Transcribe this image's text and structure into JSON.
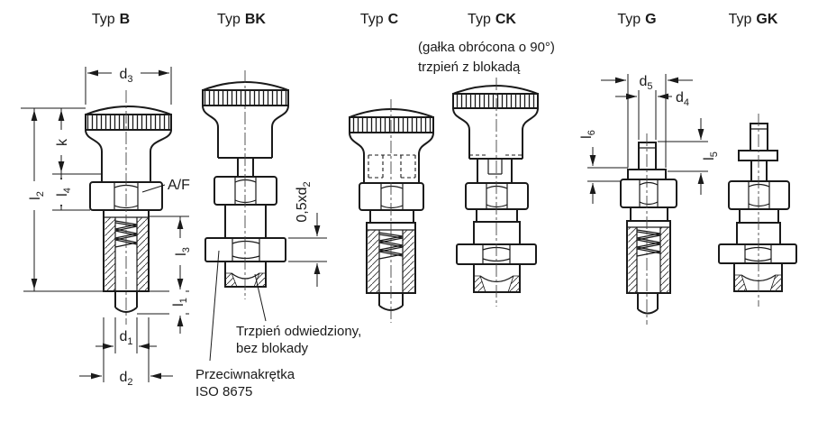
{
  "typ_prefix": "Typ",
  "figures": [
    {
      "type": "B"
    },
    {
      "type": "BK"
    },
    {
      "type": "C"
    },
    {
      "type": "CK"
    },
    {
      "type": "G"
    },
    {
      "type": "GK"
    }
  ],
  "ck_note": {
    "line1": "(gałka obrócona o 90°)",
    "line2": "trzpień z blokadą"
  },
  "dims": {
    "d3": {
      "b": "d",
      "s": "3"
    },
    "k": {
      "b": "k",
      "s": ""
    },
    "l2": {
      "b": "l",
      "s": "2"
    },
    "l4": {
      "b": "l",
      "s": "4"
    },
    "af": {
      "b": "A/F",
      "s": ""
    },
    "l3": {
      "b": "l",
      "s": "3"
    },
    "l1": {
      "b": "l",
      "s": "1"
    },
    "d1": {
      "b": "d",
      "s": "1"
    },
    "d2": {
      "b": "d",
      "s": "2"
    },
    "half_d2": {
      "b": "0,5xd",
      "s": "2"
    },
    "d5": {
      "b": "d",
      "s": "5"
    },
    "d4": {
      "b": "d",
      "s": "4"
    },
    "l6": {
      "b": "l",
      "s": "6"
    },
    "l5": {
      "b": "l",
      "s": "5"
    }
  },
  "annotations": {
    "pin_note_line1": "Trzpień odwiedziony,",
    "pin_note_line2": "bez blokady",
    "locknut_note_line1": "Przeciwnakrętka",
    "locknut_note_line2": "ISO 8675"
  }
}
